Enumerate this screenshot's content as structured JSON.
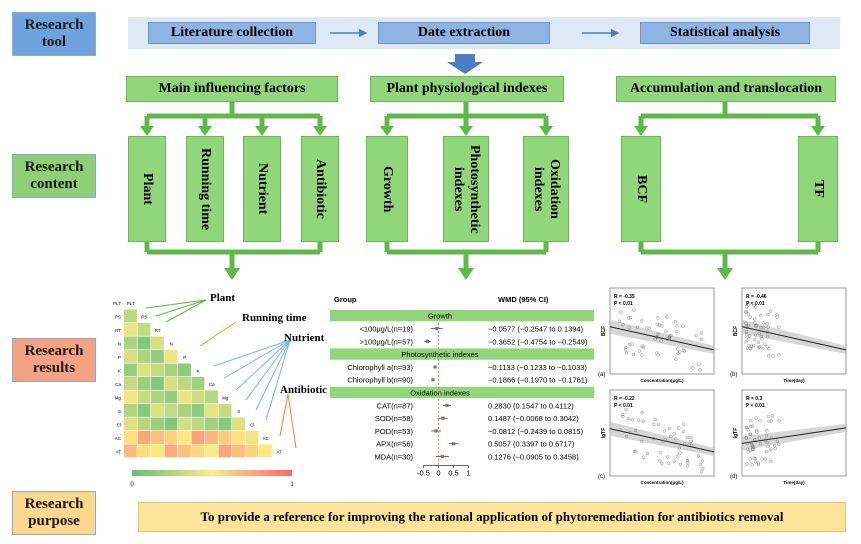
{
  "row_labels": {
    "tool": "Research tool",
    "content": "Research content",
    "results": "Research results",
    "purpose": "Research purpose"
  },
  "tools": {
    "step1": "Literature collection",
    "step2": "Date extraction",
    "step3": "Statistical analysis"
  },
  "content": {
    "influencing": {
      "title": "Main influencing factors",
      "items": [
        "Plant",
        "Running time",
        "Nutrient",
        "Antibiotic"
      ]
    },
    "physiological": {
      "title": "Plant physiological indexes",
      "items": [
        "Growth",
        "Photosynthetic indexes",
        "Oxidation indexes"
      ]
    },
    "accumulation": {
      "title": "Accumulation and translocation",
      "items": [
        "BCF",
        "TF"
      ]
    }
  },
  "heatmap": {
    "labels": [
      "PLT",
      "PS",
      "RT",
      "N",
      "P",
      "K",
      "Ca",
      "Mg",
      "S",
      "Cl",
      "AC",
      "AT"
    ],
    "callouts": [
      "Plant",
      "Running time",
      "Nutrient",
      "Antibiotic"
    ],
    "scale_min": "0",
    "scale_max": "1",
    "colors": {
      "low": "#63be7b",
      "mid": "#ffeb84",
      "high": "#f8696b"
    }
  },
  "forest": {
    "header_group": "Group",
    "header_effect": "WMD (95% CI)",
    "axis_ticks": [
      "-0.5",
      "0",
      "0.5",
      "1"
    ],
    "rows": [
      {
        "type": "section",
        "label": "Growth"
      },
      {
        "type": "data",
        "label": "<100μg/L(n=19)",
        "est": -0.0577,
        "lo": -0.2547,
        "hi": 0.1394,
        "text": "−0.0577 (−0.2547 to 0.1394)"
      },
      {
        "type": "data",
        "label": ">100μg/L(n=57)",
        "est": -0.3652,
        "lo": -0.4754,
        "hi": -0.2549,
        "text": "−0.3652 (−0.4754 to −0.2549)"
      },
      {
        "type": "section",
        "label": "Photosynthetic indexes"
      },
      {
        "type": "data",
        "label": "Chlorophyll a(n=93)",
        "est": -0.1133,
        "lo": -0.1233,
        "hi": -0.1033,
        "text": "−0.1133 (−0.1233 to −0.1033)"
      },
      {
        "type": "data",
        "label": "Chlorophyll b(n=90)",
        "est": -0.1866,
        "lo": -0.197,
        "hi": -0.1761,
        "text": "−0.1866 (−0.1970 to −0.1761)"
      },
      {
        "type": "section",
        "label": "Oxidation indexes"
      },
      {
        "type": "data",
        "label": "CAT(n=87)",
        "est": 0.283,
        "lo": 0.1547,
        "hi": 0.4112,
        "text": "0.2830 (0.1547 to 0.4112)"
      },
      {
        "type": "data",
        "label": "SOD(n=58)",
        "est": 0.1487,
        "lo": -0.0068,
        "hi": 0.3042,
        "text": "0.1487 (−0.0068 to 0.3042)"
      },
      {
        "type": "data",
        "label": "POD(n=53)",
        "est": -0.0812,
        "lo": -0.2439,
        "hi": 0.0815,
        "text": "−0.0812 (−0.2439 to 0.0815)"
      },
      {
        "type": "data",
        "label": "APX(n=56)",
        "est": 0.5057,
        "lo": 0.3397,
        "hi": 0.6717,
        "text": "0.5057 (0.3397 to 0.6717)"
      },
      {
        "type": "data",
        "label": "MDA(n=30)",
        "est": 0.1276,
        "lo": -0.0905,
        "hi": 0.3458,
        "text": "0.1276 (−0.0905 to 0.3458)"
      }
    ],
    "colors": {
      "section_bg": "#92d67c",
      "zero_line": "#e06060"
    }
  },
  "scatter_panels": [
    {
      "tag": "(a)",
      "ylabel": "BCF",
      "xlabel": "Concentration(μg/L)",
      "r": "R = -0.35",
      "p": "P < 0.01",
      "trend": "down"
    },
    {
      "tag": "(b)",
      "ylabel": "BCF",
      "xlabel": "Time(day)",
      "r": "R = -0.46",
      "p": "P < 0.01",
      "trend": "down"
    },
    {
      "tag": "(c)",
      "ylabel": "lgTF",
      "xlabel": "Concentration(μg/L)",
      "r": "R = -0.22",
      "p": "P < 0.01",
      "trend": "down"
    },
    {
      "tag": "(d)",
      "ylabel": "lgTF",
      "xlabel": "Time(day)",
      "r": "R = 0.3",
      "p": "P < 0.01",
      "trend": "up"
    }
  ],
  "purpose_text": "To provide a reference for improving the rational application of phytoremediation for antibiotics removal",
  "colors": {
    "arrow_green": "#5fb94a",
    "flow_arrow": "#4a7fc8"
  }
}
